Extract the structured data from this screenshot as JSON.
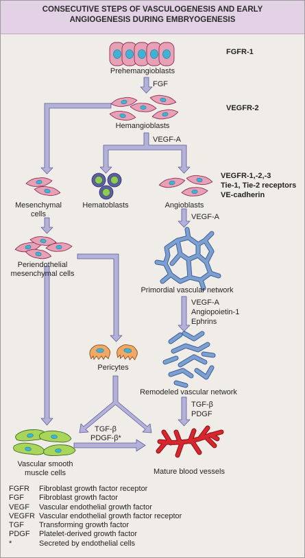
{
  "header": {
    "title_line1": "CONSECUTIVE STEPS OF VASCULOGENESIS AND EARLY",
    "title_line2": "ANGIOGENESIS DURING EMBRYOGENESIS"
  },
  "colors": {
    "background": "#f0ede8",
    "header_bg": "#e3d2e6",
    "arrow": "#b3b1d8",
    "arrow_edge": "#5d5b9a",
    "cell_pink": "#e7a1b6",
    "cell_edge": "#8f2a52",
    "nucleus": "#3fb3d6",
    "network_blue": "#7b9fd0",
    "hematoblast_outer": "#5b5fa2",
    "hematoblast_inner": "#8ccc56",
    "pericyte": "#f0a866",
    "smooth_muscle": "#a9d55a",
    "vessel_red": "#d8262e"
  },
  "stages": {
    "prehemangioblasts": "Prehemangioblasts",
    "hemangioblasts": "Hemangioblasts",
    "mesenchymal_cells": [
      "Mesenchymal",
      "cells"
    ],
    "hematoblasts": "Hematoblasts",
    "angioblasts": "Angioblasts",
    "periendothelial": [
      "Periendothelial",
      "mesenchymal cells"
    ],
    "primordial_network": "Primordial vascular network",
    "pericytes": "Pericytes",
    "remodeled_network": "Remodeled vascular network",
    "smooth_muscle": [
      "Vascular smooth",
      "muscle cells"
    ],
    "mature_vessels": "Mature blood vessels"
  },
  "factors": {
    "fgf": "FGF",
    "vegf_a_1": "VEGF-A",
    "vegf_a_2": "VEGF-A",
    "vegf_a_3": "VEGF-A",
    "angiopoietin": "Angiopoietin-1",
    "ephrins": "Ephrins",
    "tgf_right": "TGF-β",
    "pdgf_right": "PDGF",
    "tgf_mid": "TGF-β",
    "pdgf_mid": "PDGF-β*"
  },
  "receptors": {
    "fgfr1": "FGFR-1",
    "vegfr2": "VEGFR-2",
    "vegfr123": "VEGFR-1,-2,-3",
    "tie": "Tie-1, Tie-2 receptors",
    "vecadherin": "VE-cadherin"
  },
  "legend": [
    {
      "abbr": "FGFR",
      "text": "Fibroblast growth factor receptor"
    },
    {
      "abbr": "FGF",
      "text": "Fibroblast growth factor"
    },
    {
      "abbr": "VEGF",
      "text": "Vascular endothelial growth factor"
    },
    {
      "abbr": "VEGFR",
      "text": "Vascular endothelial growth factor receptor"
    },
    {
      "abbr": "TGF",
      "text": "Transforming growth factor"
    },
    {
      "abbr": "PDGF",
      "text": "Platelet-derived growth factor"
    },
    {
      "abbr": "*",
      "text": "Secreted by endothelial cells"
    }
  ]
}
